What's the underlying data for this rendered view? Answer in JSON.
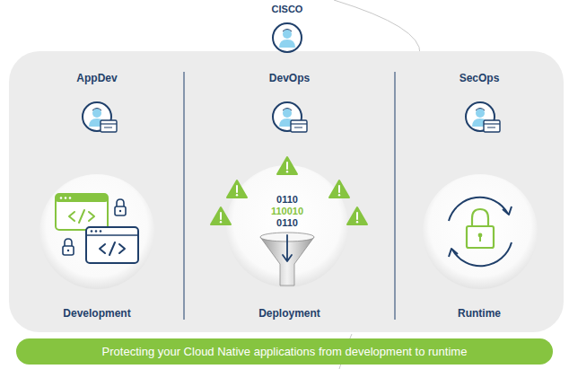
{
  "diagram": {
    "nodes": [
      {
        "text": [
          "AppDev",
          "Development"
        ]
      },
      {
        "text": [
          "DevOps",
          "Deployment"
        ]
      },
      {
        "text": [
          "SecOps",
          "Runtime"
        ]
      },
      {
        "text": [
          "Protecting your Cloud Native applications from development to runtime"
        ]
      }
    ],
    "labels": [
      "CISCO",
      "0110",
      "110010",
      "0110"
    ]
  }
}
